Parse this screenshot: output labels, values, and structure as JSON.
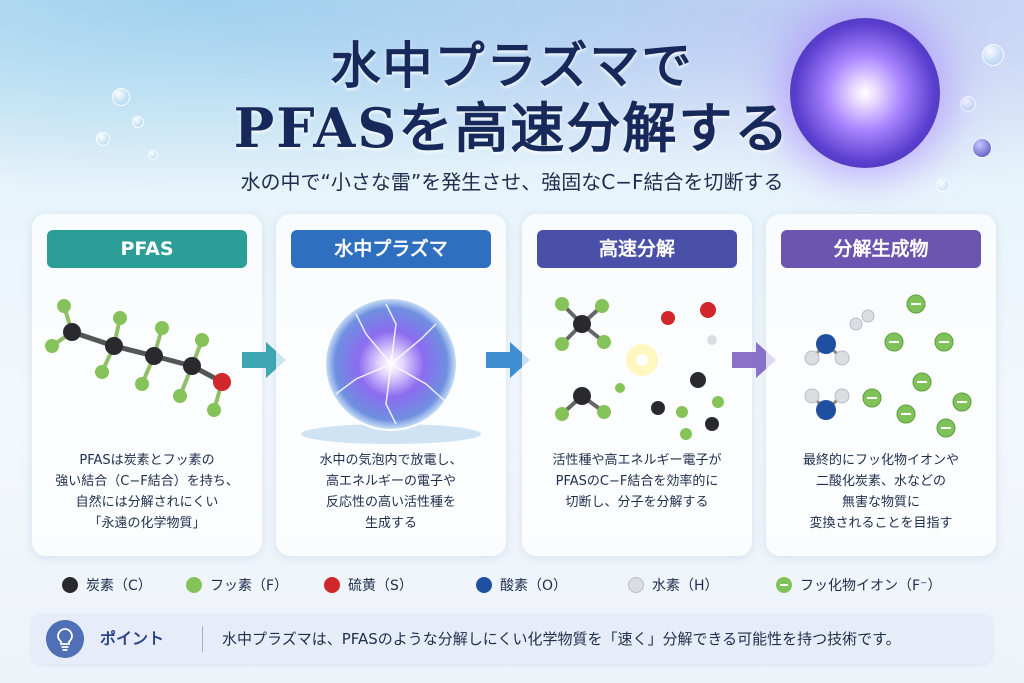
{
  "header": {
    "title_line1": "水中プラズマで",
    "title_line2": "PFASを高速分解する",
    "subtitle": "水の中で“小さな雷”を発生させ、強固なC−F結合を切断する"
  },
  "steps": [
    {
      "label": "PFAS",
      "color": "#2b9e97",
      "description": [
        "PFASは炭素とフッ素の",
        "強い結合（C−F結合）を持ち、",
        "自然には分解されにくい",
        "「永遠の化学物質」"
      ]
    },
    {
      "label": "水中プラズマ",
      "color": "#2f6fc0",
      "description": [
        "水中の気泡内で放電し、",
        "高エネルギーの電子や",
        "反応性の高い活性種を",
        "生成する"
      ]
    },
    {
      "label": "高速分解",
      "color": "#4a4fa8",
      "description": [
        "活性種や高エネルギー電子が",
        "PFASのC−F結合を効率的に",
        "切断し、分子を分解する"
      ]
    },
    {
      "label": "分解生成物",
      "color": "#6b55b0",
      "description": [
        "最終的にフッ化物イオンや",
        "二酸化炭素、水などの",
        "無害な物質に",
        "変換されることを目指す"
      ]
    }
  ],
  "legend": [
    {
      "label": "炭素（C）",
      "color": "#2a2a2e",
      "icon": "carbon-dot"
    },
    {
      "label": "フッ素（F）",
      "color": "#86c25a",
      "icon": "fluorine-dot"
    },
    {
      "label": "硫黄（S）",
      "color": "#d1262a",
      "icon": "sulfur-dot"
    },
    {
      "label": "酸素（O）",
      "color": "#1e4fa0",
      "icon": "oxygen-dot"
    },
    {
      "label": "水素（H）",
      "color": "#dcdde2",
      "icon": "hydrogen-dot"
    },
    {
      "label": "フッ化物イオン（F⁻）",
      "color": "#7fc25a",
      "icon": "fluoride-ion-dot"
    }
  ],
  "point": {
    "label": "ポイント",
    "text": "水中プラズマは、PFASのような分解しにくい化学物質を「速く」分解できる可能性を持つ技術です。"
  }
}
